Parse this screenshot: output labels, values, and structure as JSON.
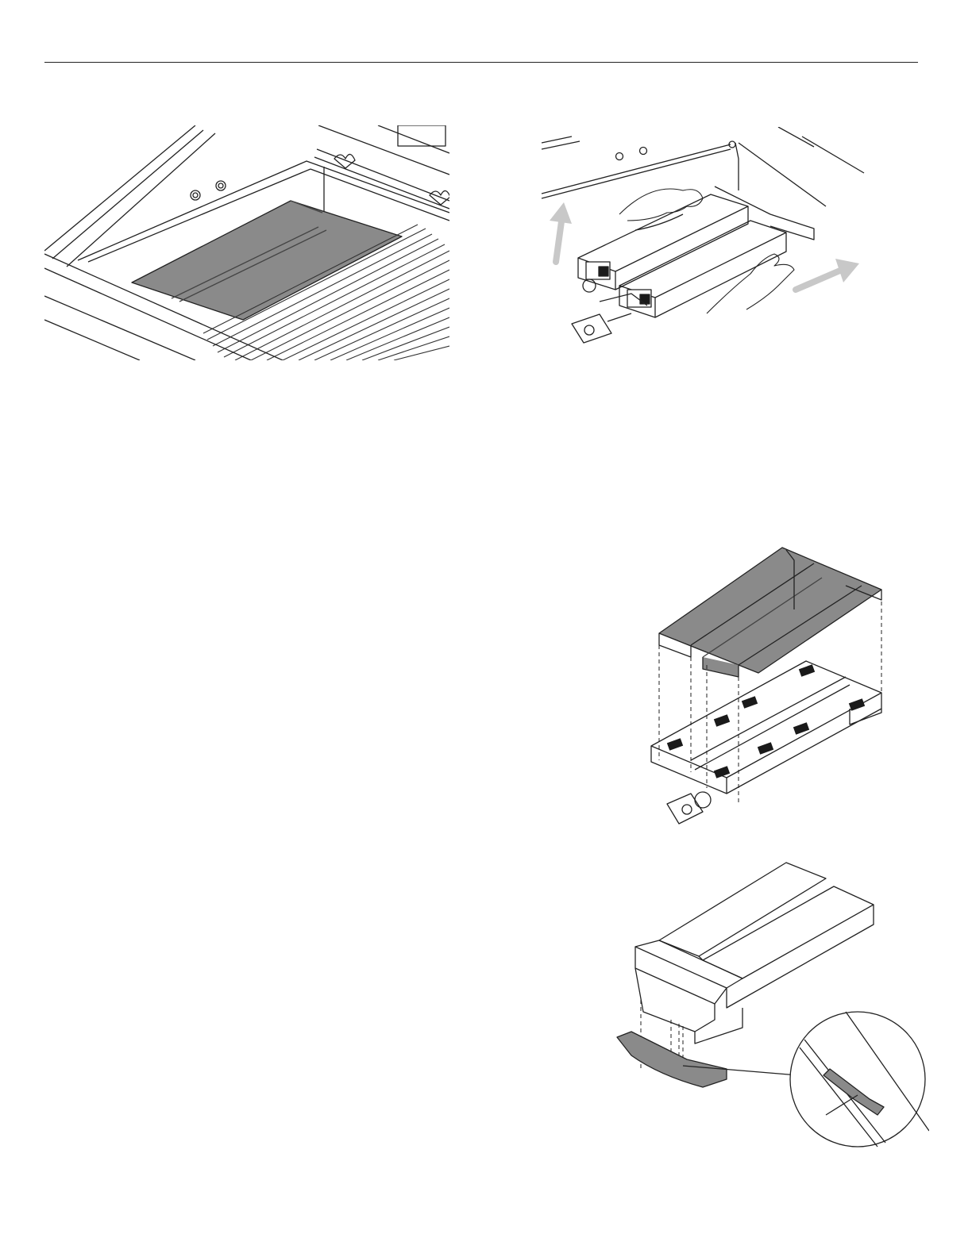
{
  "page": {
    "header_rule": true
  },
  "figures": [
    {
      "id": "fig-grill-flame-tamers-installed",
      "icon": "grill-interior-illustration"
    },
    {
      "id": "fig-remove-burner-assembly",
      "icon": "hands-lifting-burner-illustration"
    },
    {
      "id": "fig-burner-exploded",
      "icon": "exploded-burner-illustration"
    },
    {
      "id": "fig-burner-bottom-bracket",
      "icon": "burner-bracket-detail-illustration"
    }
  ],
  "colors": {
    "line": "#222222",
    "shade": "#8a8a8a",
    "arrow": "#c8c8c8",
    "port": "#1a1a1a"
  }
}
